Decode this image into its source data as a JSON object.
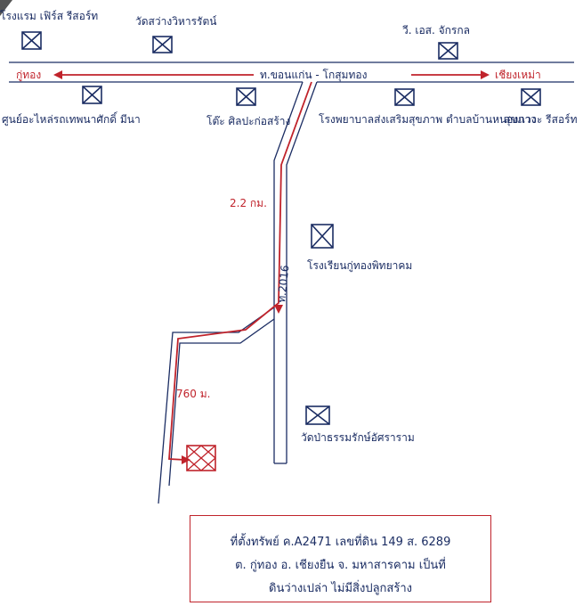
{
  "places": {
    "hotel": "โรงแรม เฟิร์ส รีสอร์ท",
    "temple_top": "วัดสว่างวิหารรัตน์",
    "vs_shop": "วี. เอส. จักรกล",
    "service_center": "ศูนย์อะไหล่รถเทพนาศักดิ์ มีนา",
    "factory": "โต๊ะ ศิลปะก่อสร้าง",
    "hospital": "โรงพยาบาลส่งเสริมสุขภาพ ตำบลบ้านหนองแวง",
    "resort_right": "สุขภาวะ รีสอร์ท",
    "school": "โรงเรียนกู่ทองพิทยาคม",
    "temple_bottom": "วัดป่าธรรมรักษ์อัศราราม"
  },
  "roads": {
    "main_road": "ท.ขอนแก่น - โกสุมทอง",
    "west_dir": "กู่ทอง",
    "east_dir": "เชียงเหม่า",
    "road_2016": "ท.2016"
  },
  "distances": {
    "first_leg": "2.2 กม.",
    "second_leg": "760 ม."
  },
  "note": {
    "line1": "ที่ตั้งทรัพย์ ค.A2471 เลขที่ดิน 149 ส. 6289",
    "line2": "ต. กู่ทอง อ. เชียงยืน จ. มหาสารคาม เป็นที่",
    "line3": "ดินว่างเปล่า ไม่มีสิ่งปลูกสร้าง"
  },
  "colors": {
    "ink": "#1b2d63",
    "route": "#c0232b"
  }
}
